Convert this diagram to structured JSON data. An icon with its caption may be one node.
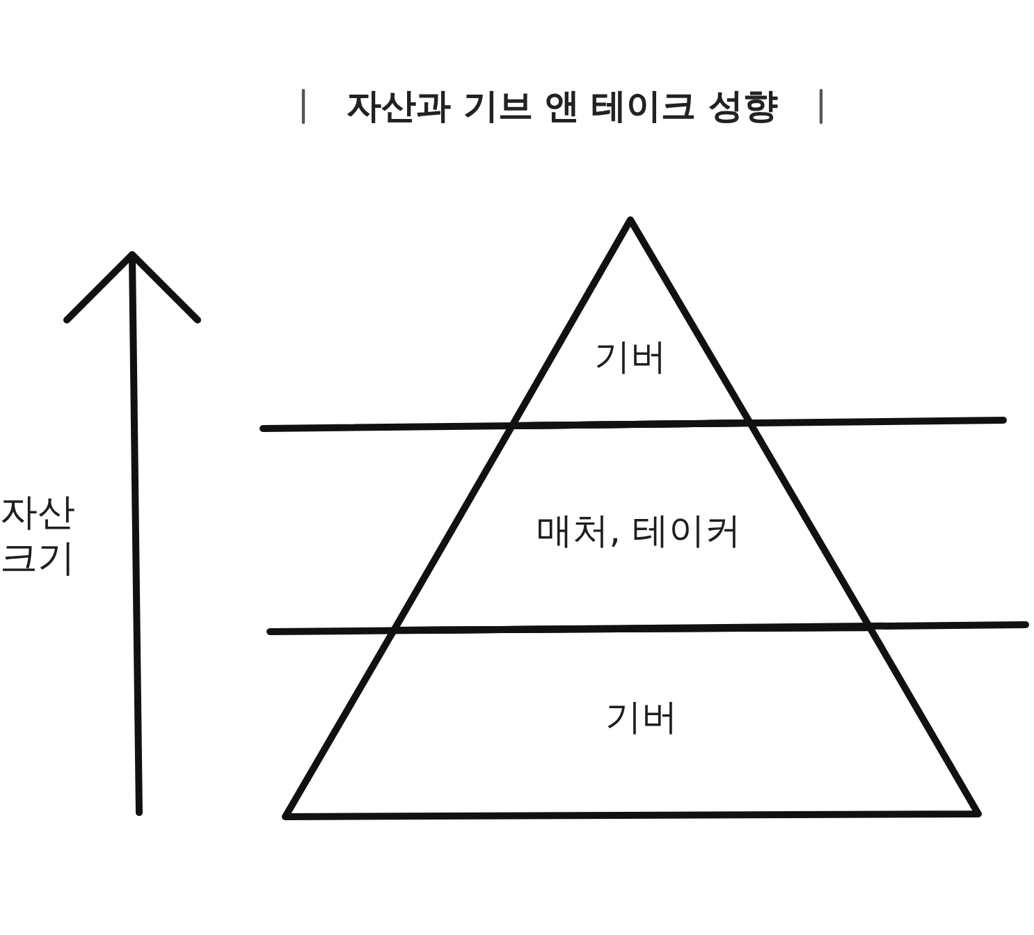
{
  "diagram": {
    "title": "자산과 기브 앤 테이크 성향",
    "nodes": [
      {
        "text": [
          "기버"
        ]
      },
      {
        "text": [
          "매처, 테이커"
        ]
      },
      {
        "text": [
          "기버"
        ]
      }
    ],
    "labels": [
      "자산 크기"
    ]
  }
}
